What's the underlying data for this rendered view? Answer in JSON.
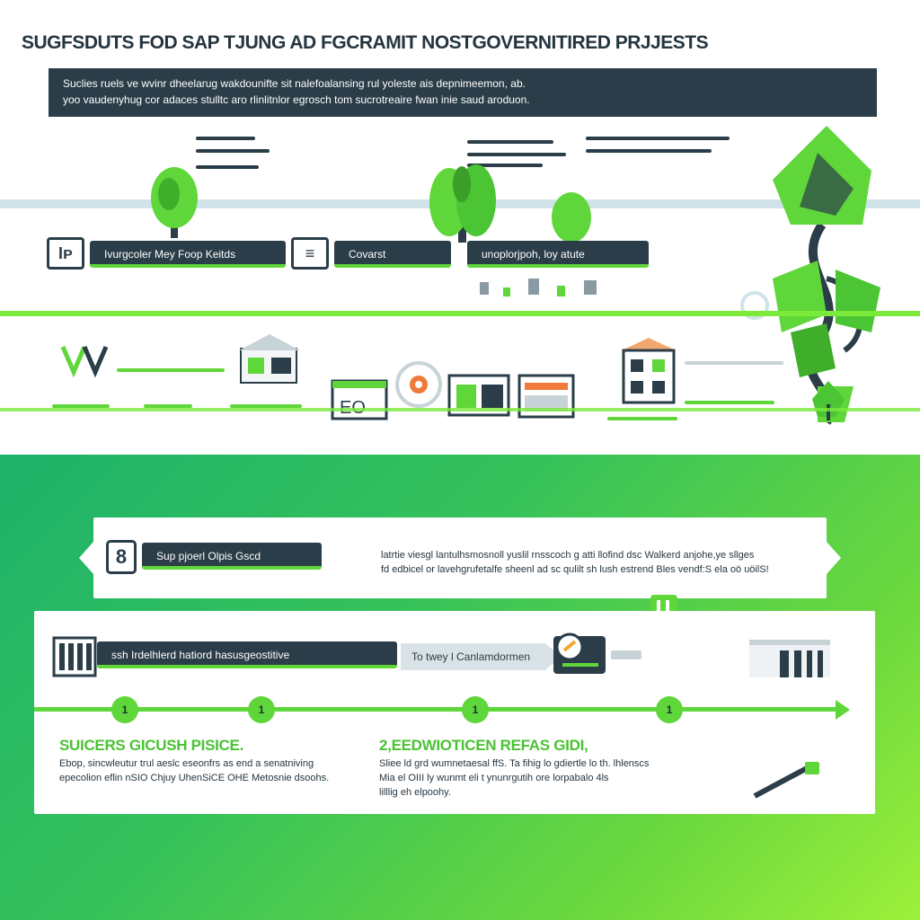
{
  "title": "SUGFSDUTS FOD SAP TJUNG AD FGCRAMIT NOSTGOVERNITIRED PRJJESTS",
  "intro": {
    "line1": "Suclies ruels ve wvinr dheelarug wakdounifte sit nalefoalansing rul yoleste ais depnimeemon, ab.",
    "line2": "yoo vaudenyhug cor adaces stulltc aro rlinlitnlor egrosch tom sucrotreaire fwan inie saud aroduon."
  },
  "top_chips": {
    "chip1": "Ivurgcoler Mey Foop Keitds",
    "chip2": "Covarst",
    "chip3": "unoplorjpoh, loy atute"
  },
  "top_icons": {
    "icon1_glyph": "Iᴘ",
    "icon2_glyph": "≡"
  },
  "step1": {
    "number": "8",
    "chip": "Sup pjoerl Olpis Gscd",
    "text_line1": "latrtie viesgl lantulhsmosnoll yuslil rnsscoch g atti llofind dsc Walkerd anjohe,ye sllges",
    "text_line2": "fd edbicel or lavehgrufetalfe sheenl ad sc qulilt sh lush estrend Bles vendf:S ela oö uöilS!"
  },
  "step2": {
    "chip": "ssh Irdelhlerd hatiord hasusgeostitive",
    "bar": "To twey l Canlamdormen"
  },
  "timeline": {
    "nodes": [
      "1",
      "1",
      "1",
      "1"
    ]
  },
  "col1": {
    "heading": "SUICERS GICUSH PISICE.",
    "line1": "Ebop, sincwleutur trul aeslc eseonfrs as end a senatniving",
    "line2": "epecolion eflin nSIO Chjuy UhenSiCE OHE Metosnie dsoohs."
  },
  "col2": {
    "heading": "2,EEDWIOTICEN REFAS GIDI,",
    "line1": "Sliee ld grd wumnetaesal ffS. Ta fihig lo gdiertle lo th. lhlenscs",
    "line2": "Mia el OIII ly wunmt eli t ynunrgutih ore lorpabalo 4ls",
    "line3": "lilllig eh elpoohy."
  },
  "colors": {
    "navy": "#2a3d48",
    "green": "#5fd63a",
    "bright_green": "#7bea3b",
    "gradient_start": "#1db26a",
    "gradient_end": "#9df03a"
  }
}
